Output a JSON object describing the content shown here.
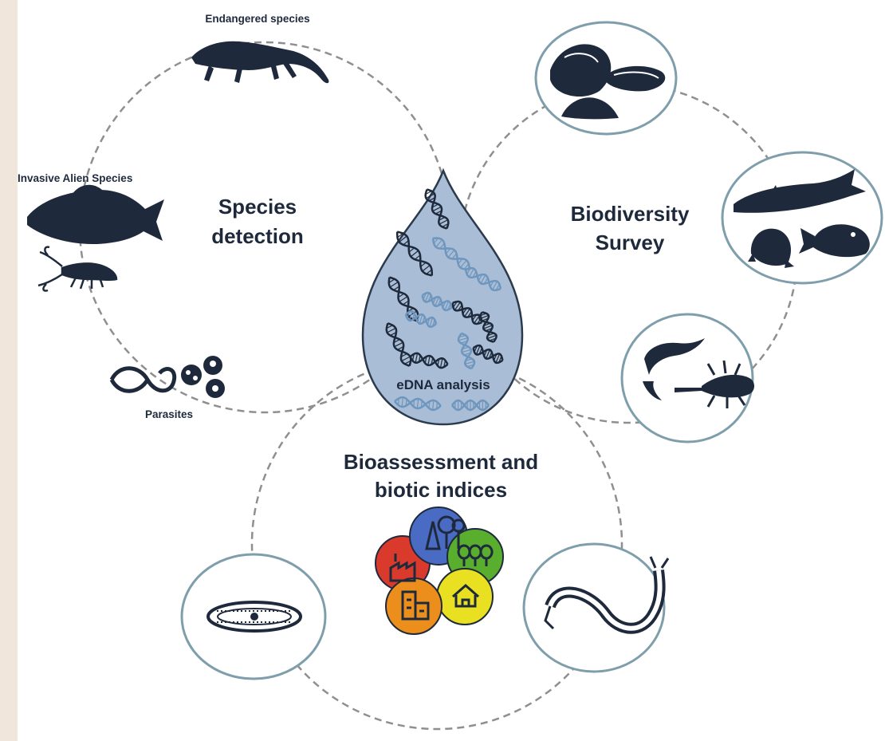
{
  "colors": {
    "background": "#f0e6dc",
    "panel": "#ffffff",
    "ink": "#1e2a3c",
    "dash": "#8f8f8f",
    "bubble_stroke": "#7f9eac",
    "drop_fill": "#a9bdd6",
    "drop_stroke": "#2b3a4d",
    "dna_dark": "#1e2a3c",
    "dna_light": "#6f96bd",
    "indices": [
      "#d93a2b",
      "#4a6bc4",
      "#5aae2e",
      "#e8e020",
      "#ec8e1c"
    ]
  },
  "center": {
    "label": "eDNA analysis"
  },
  "groups": {
    "species_detection": {
      "title_line1": "Species",
      "title_line2": "detection",
      "labels": {
        "endangered": "Endangered species",
        "invasive": "Invasive Alien Species",
        "parasites": "Parasites"
      }
    },
    "biodiversity": {
      "title_line1": "Biodiversity",
      "title_line2": "Survey"
    },
    "bioassessment": {
      "title_line1": "Bioassessment and",
      "title_line2": "biotic indices"
    }
  },
  "icons": [
    "newt-icon",
    "carp-icon",
    "crayfish-icon",
    "worm-parasite-icon",
    "cell-parasite-icon",
    "mussel-icon",
    "snail-icon",
    "sturgeon-icon",
    "frog-icon",
    "goldfish-icon",
    "shrimp-icon",
    "insect-larva-icon",
    "diatom-icon",
    "polychaete-icon",
    "factory-icon",
    "trees-icon",
    "forest-icon",
    "buildings-icon",
    "house-icon"
  ]
}
